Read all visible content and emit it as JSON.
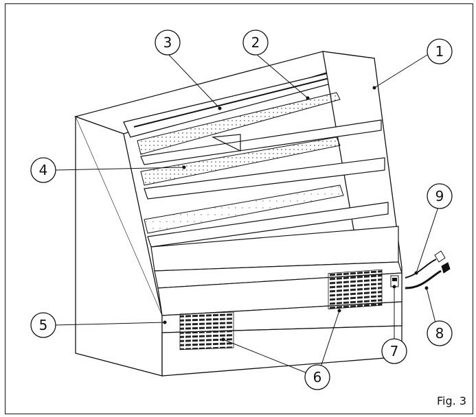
{
  "figure": {
    "caption": "Fig. 3",
    "callouts": [
      {
        "num": "1"
      },
      {
        "num": "2"
      },
      {
        "num": "3"
      },
      {
        "num": "4"
      },
      {
        "num": "5"
      },
      {
        "num": "6"
      },
      {
        "num": "7"
      },
      {
        "num": "8"
      },
      {
        "num": "9"
      }
    ],
    "line_color": "#111111"
  }
}
